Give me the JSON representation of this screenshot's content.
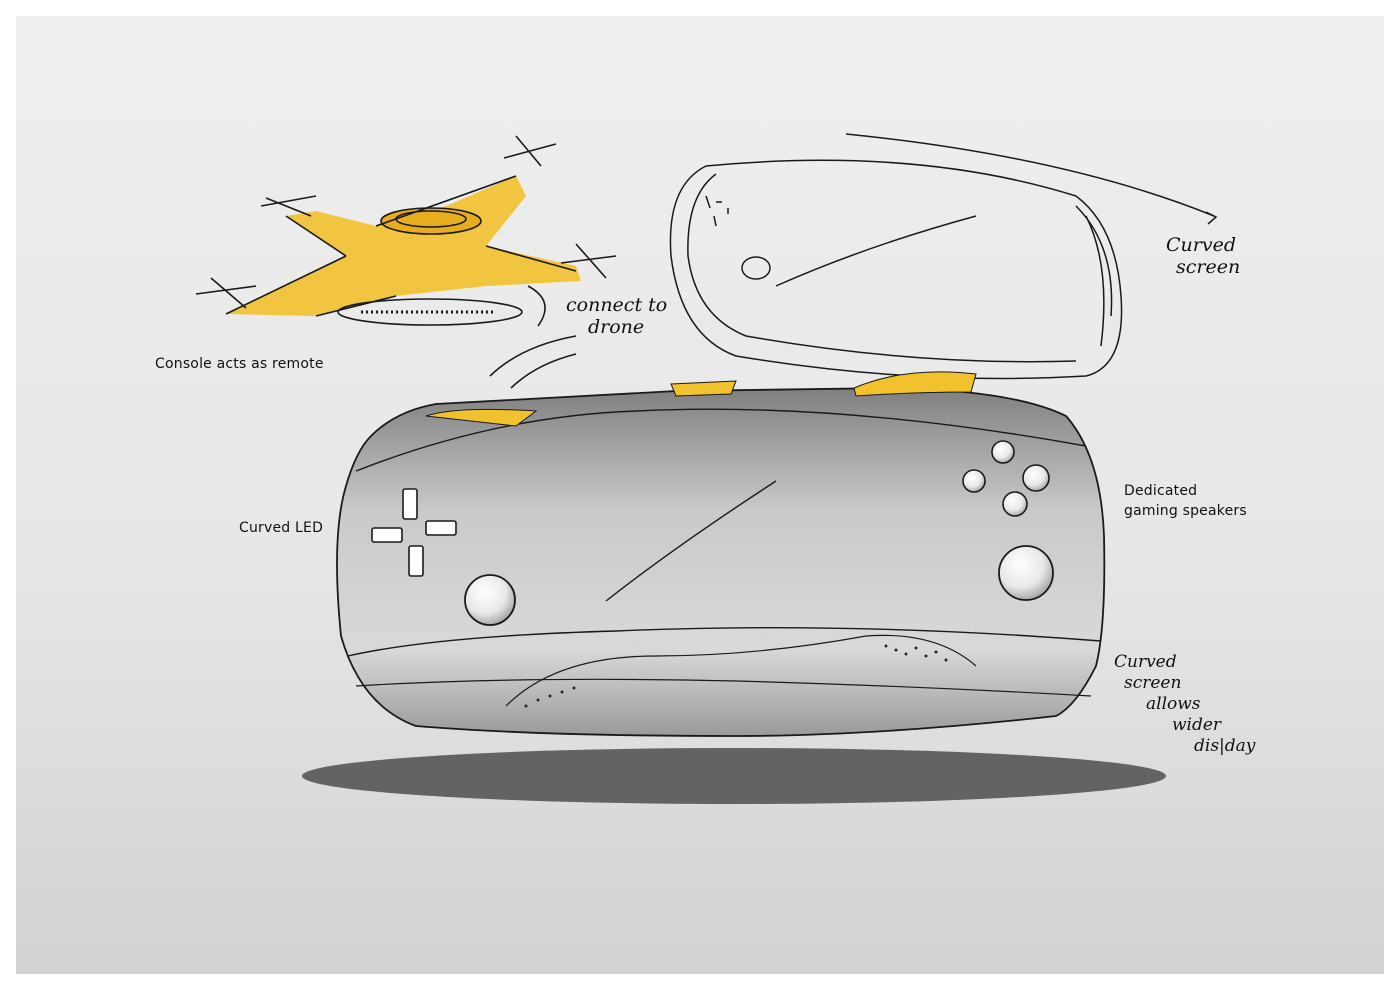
{
  "annotations": {
    "console_remote": "Console acts as remote",
    "curved_led": "Curved LED",
    "speakers_line1": "Dedicated",
    "speakers_line2": "gaming speakers"
  },
  "handwritten": {
    "connect_line1": "connect to",
    "connect_line2": "drone",
    "curved_screen_line1": "Curved",
    "curved_screen_line2": "screen",
    "wider_line1": "Curved",
    "wider_line2": "screen",
    "wider_line3": "allows",
    "wider_line4": "wider",
    "wider_line5": "dis|day"
  },
  "colors": {
    "accent_yellow": "#f2c12e",
    "body_grey": "#a9a9a9",
    "ink": "#111111"
  }
}
